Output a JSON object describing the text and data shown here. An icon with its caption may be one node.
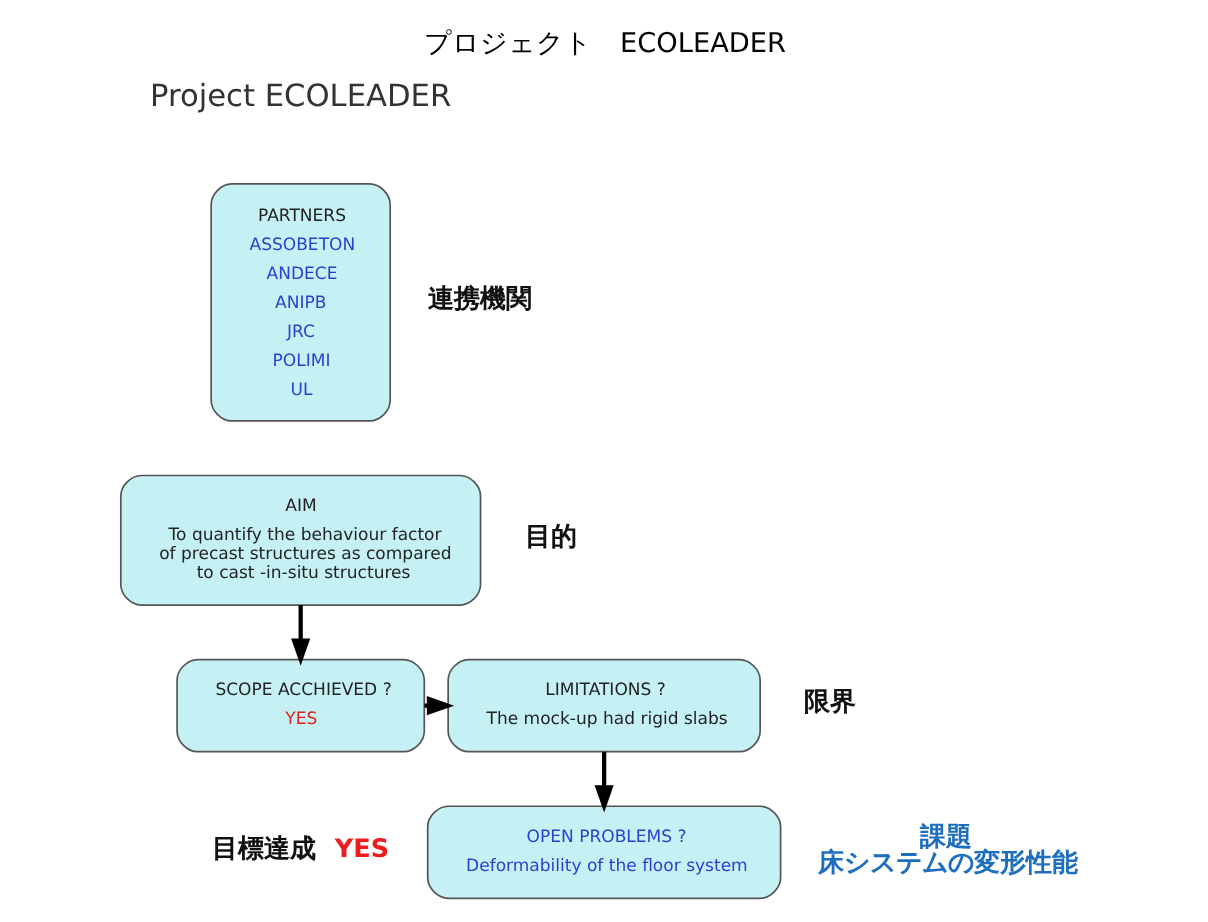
{
  "diagram": {
    "title": "プロジェクト　ECOLEADER",
    "nodes": [
      {
        "text": [
          "PARTNERS",
          "ASSOBETON",
          "ANDECE",
          "ANIPB",
          "JRC",
          "POLIMI",
          "UL"
        ],
        "beside": [
          "連携機関"
        ]
      },
      {
        "text": [
          "AIM",
          "To quantify the behaviour factor of precast structures as compared to cast -in-situ structures"
        ],
        "beside": [
          "目的"
        ]
      },
      {
        "text": [
          "SCOPE ACCHIEVED ?",
          "YES"
        ],
        "beside": [
          "目標達成",
          "YES"
        ]
      },
      {
        "text": [
          "LIMITATIONS ?",
          "The mock-up had rigid slabs"
        ],
        "beside": [
          "限界"
        ]
      },
      {
        "text": [
          "OPEN PROBLEMS ?",
          "Deformability of the floor system"
        ],
        "beside": [
          "課題",
          "床システムの変形性能"
        ]
      }
    ],
    "edges": [
      {
        "from": 1,
        "to": 2,
        "arrow": "to"
      },
      {
        "from": 2,
        "to": 3,
        "arrow": "to"
      },
      {
        "from": 3,
        "to": 4,
        "arrow": "to"
      }
    ],
    "labels": [
      "Project ECOLEADER"
    ]
  }
}
